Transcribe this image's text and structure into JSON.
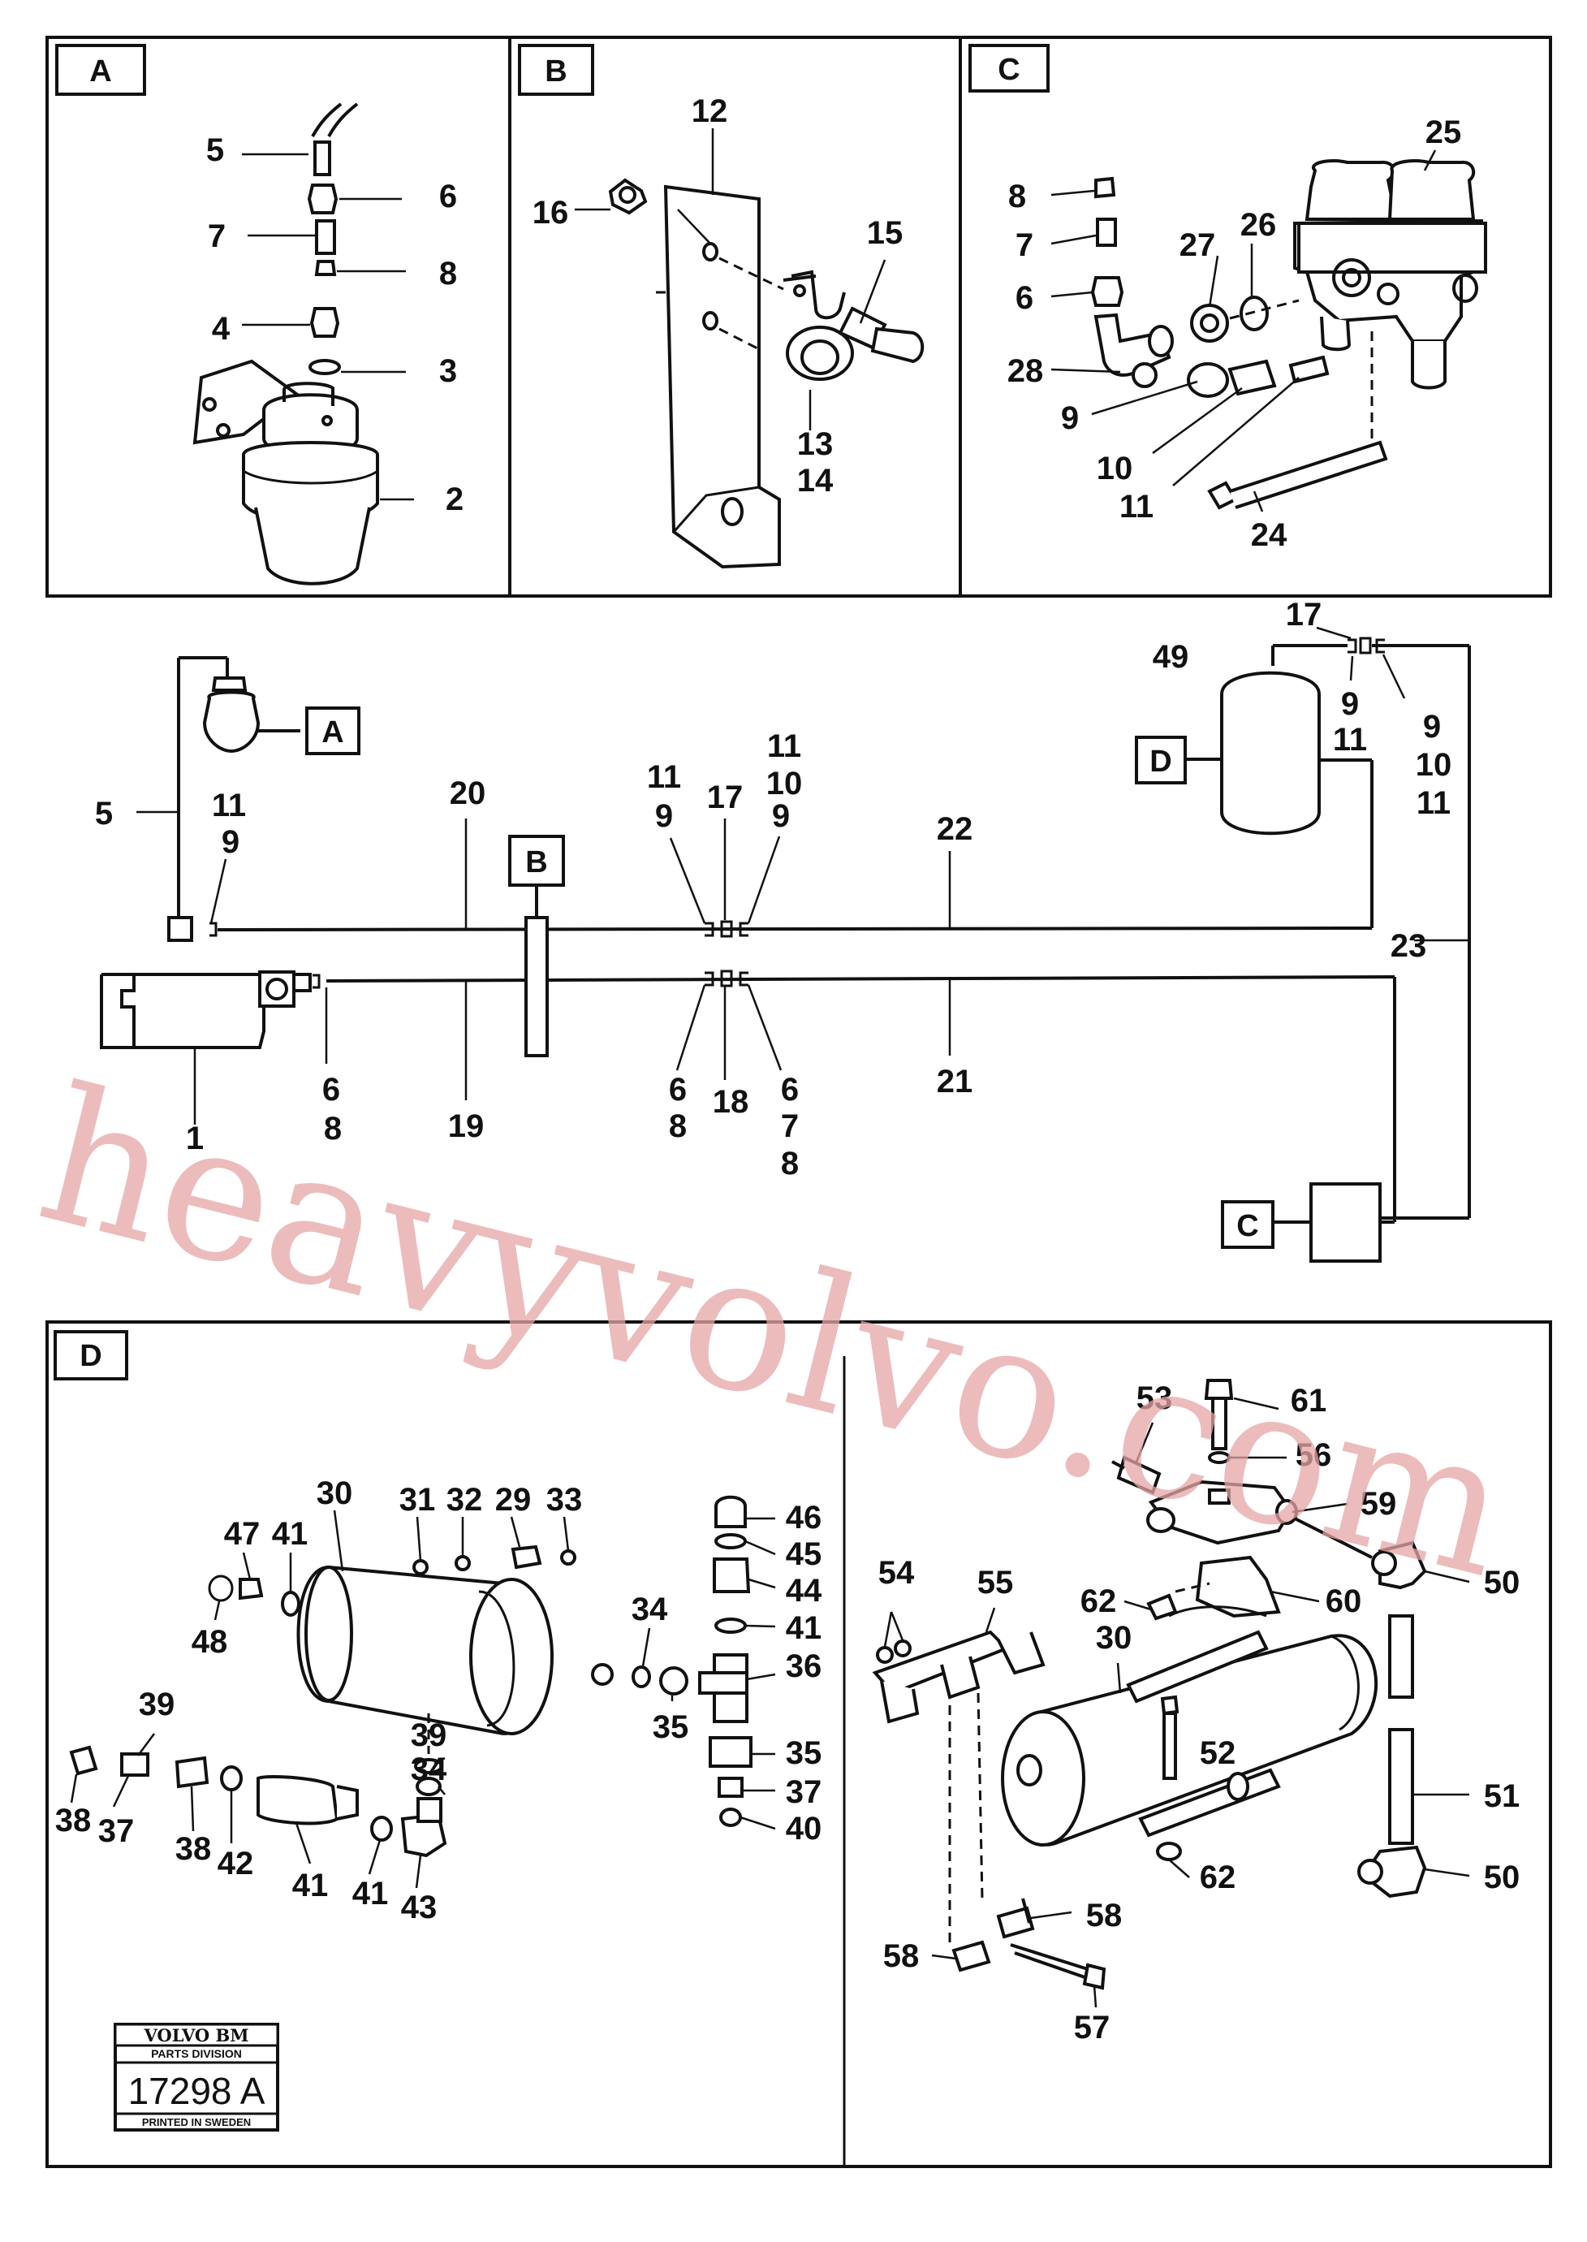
{
  "watermark": "heavyvolvo.com",
  "panels": {
    "A": {
      "tag": "A",
      "callouts": [
        "5",
        "6",
        "7",
        "8",
        "4",
        "3",
        "2"
      ]
    },
    "B": {
      "tag": "B",
      "callouts": [
        "12",
        "16",
        "15",
        "13",
        "14"
      ]
    },
    "C": {
      "tag": "C",
      "callouts": [
        "25",
        "8",
        "26",
        "27",
        "7",
        "6",
        "28",
        "9",
        "10",
        "11",
        "24"
      ]
    },
    "D": {
      "tag": "D",
      "callouts": [
        "30",
        "31",
        "32",
        "29",
        "33",
        "47",
        "41",
        "48",
        "34",
        "46",
        "45",
        "44",
        "41",
        "36",
        "35",
        "39",
        "34",
        "35",
        "37",
        "38",
        "37",
        "38",
        "42",
        "41",
        "40",
        "41",
        "43",
        "39"
      ]
    },
    "D2": {
      "callouts": [
        "53",
        "61",
        "56",
        "59",
        "54",
        "55",
        "62",
        "60",
        "50",
        "30",
        "52",
        "51",
        "62",
        "50",
        "58",
        "58",
        "57"
      ]
    }
  },
  "schematic": {
    "ref_tags": [
      "A",
      "B",
      "D",
      "C"
    ],
    "callouts": [
      "5",
      "11",
      "9",
      "20",
      "11",
      "9",
      "17",
      "11",
      "10",
      "9",
      "22",
      "17",
      "49",
      "9",
      "9",
      "11",
      "10",
      "11",
      "23",
      "1",
      "6",
      "8",
      "19",
      "6",
      "8",
      "18",
      "6",
      "7",
      "8",
      "21"
    ]
  },
  "logo": {
    "brand": "VOLVO BM",
    "division": "PARTS DIVISION",
    "number": "17298 A",
    "printed": "PRINTED IN SWEDEN"
  }
}
